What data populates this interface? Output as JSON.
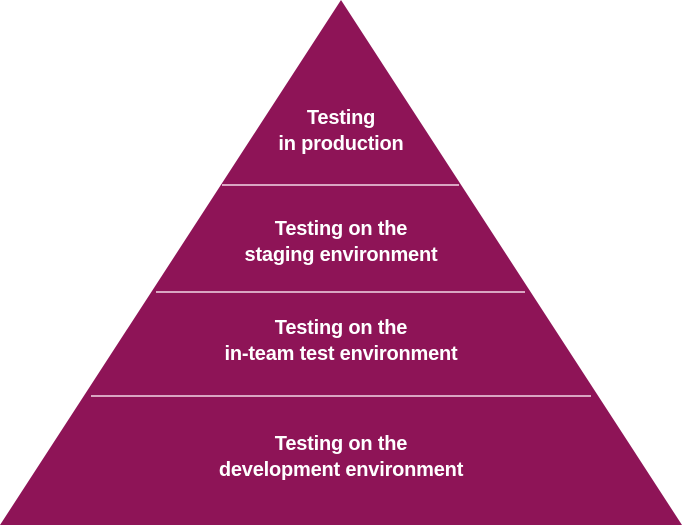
{
  "diagram": {
    "fill_color": "#8e1457",
    "divider_color": "#d9a6c2",
    "text_color": "#ffffff",
    "tiers": [
      {
        "line1": "Testing",
        "line2": "in production"
      },
      {
        "line1": "Testing on the",
        "line2": "staging environment"
      },
      {
        "line1": "Testing on the",
        "line2": "in-team test environment"
      },
      {
        "line1": "Testing on the",
        "line2": "development environment"
      }
    ]
  }
}
